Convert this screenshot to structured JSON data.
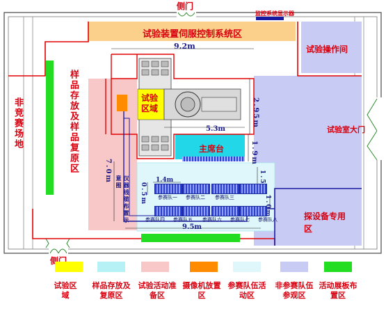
{
  "title_doors": {
    "top": "侧门",
    "bottom": "侧门",
    "right": "试验室大门"
  },
  "monitor_label": "监控系统显示器",
  "zones": {
    "servo_control": "试验装置伺服控制系统区",
    "operation_room": "试验操作间",
    "non_competition": "非竞赛场地",
    "sample_storage": "样品存放及样品复原区",
    "test_area": "试验区域",
    "main_platform": "主席台",
    "dedicated_equipment": "探设备专用区"
  },
  "instrument_cable_note": "仪器线缆布置示意图",
  "dimensions": {
    "width_total": "9.2m",
    "inner": "5.3m",
    "right_v": "2.95m",
    "platform_h": "1.9m",
    "team_gap_v": "1.5m",
    "left_v": "7.0m",
    "team_w": "1.4m",
    "team_h": "0.5m",
    "bottom_w": "9.5m",
    "right_small": "1.0m"
  },
  "teams": [
    "参赛队一",
    "参赛队二",
    "参赛队三",
    "参赛队四",
    "参赛队五",
    "参赛队六",
    "参赛队七",
    "参赛队八"
  ],
  "legend": [
    {
      "color": "#ffff00",
      "label": "试验区域"
    },
    {
      "color": "#b6f1f5",
      "label": "样品存放及复原区"
    },
    {
      "color": "#f8c8c8",
      "label": "试验活动准备区"
    },
    {
      "color": "#ff8c00",
      "label": "摄像机放置区"
    },
    {
      "color": "#dff7fa",
      "label": "参赛队伍活动区"
    },
    {
      "color": "#c8ccf5",
      "label": "非参赛队伍参观区"
    },
    {
      "color": "#22dd22",
      "label": "活动展板布置区"
    }
  ],
  "colors": {
    "wall": "#555555",
    "boundary": "#e00000",
    "servo": "#fbd08a",
    "visit": "#c8ccf5",
    "blue_line": "#1a1aa0"
  }
}
